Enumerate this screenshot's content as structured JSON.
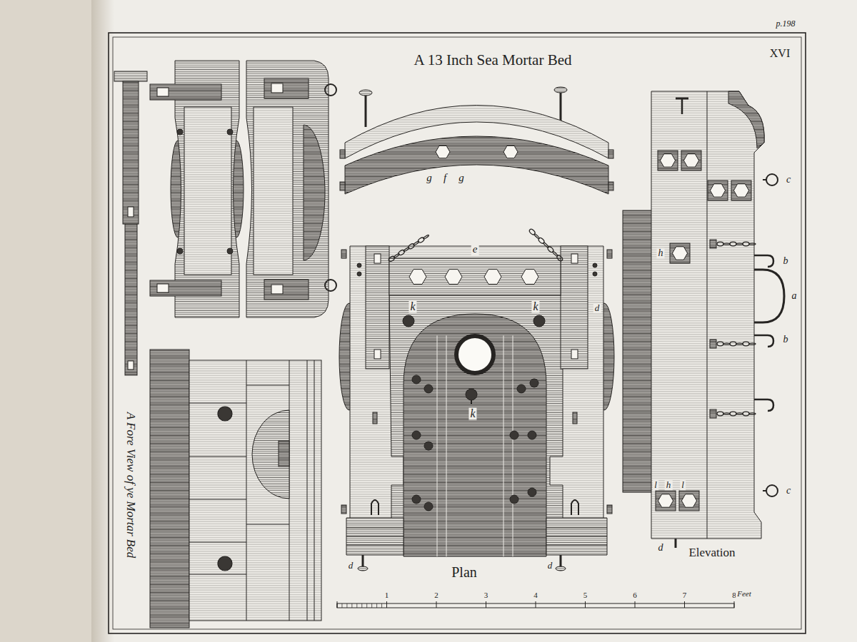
{
  "diagram": {
    "title": "A 13 Inch Sea Mortar Bed",
    "labels": [
      "p.198",
      "XVI",
      "A Fore View of ye Mortar Bed",
      "g",
      "f",
      "g",
      "e",
      "k",
      "k",
      "d",
      "k",
      "d",
      "d",
      "Plan",
      "1",
      "2",
      "3",
      "4",
      "5",
      "6",
      "7",
      "8",
      "Feet",
      "c",
      "b",
      "a",
      "b",
      "c",
      "h",
      "l",
      "h",
      "l",
      "d",
      "Elevation"
    ]
  }
}
